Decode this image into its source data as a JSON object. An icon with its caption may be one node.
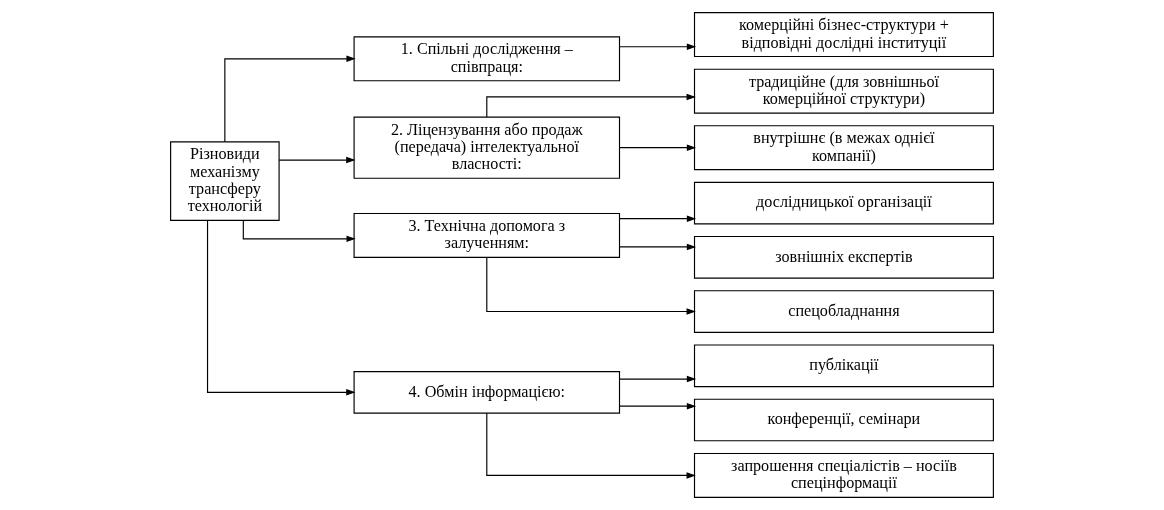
{
  "diagram": {
    "nodes": [
      {
        "text": [
          "Різновиди механізму трансферу технологій"
        ]
      },
      {
        "text": [
          "1. Спільні дослідження – співпраця:"
        ]
      },
      {
        "text": [
          "2. Ліцензування або продаж (передача) інтелектуальної власності:"
        ]
      },
      {
        "text": [
          "3. Технічна допомога з залученням:"
        ]
      },
      {
        "text": [
          "4. Обмін інформацією:"
        ]
      },
      {
        "text": [
          "комерційні бізнес-структури + відповідні дослідні інституції"
        ]
      },
      {
        "text": [
          "традиційне (для зовнішньої комерційної структури)"
        ]
      },
      {
        "text": [
          "внутрішнє (в межах однієї компанії)"
        ]
      },
      {
        "text": [
          "дослідницької організації"
        ]
      },
      {
        "text": [
          "зовнішніх експертів"
        ]
      },
      {
        "text": [
          "спецобладнання"
        ]
      },
      {
        "text": [
          "публікації"
        ]
      },
      {
        "text": [
          "конференції, семінари"
        ]
      },
      {
        "text": [
          "запрошення спеціалістів – носіїв спецінформації"
        ]
      }
    ],
    "edges": [
      {
        "from": 0,
        "to": 1,
        "arrow": "to"
      },
      {
        "from": 0,
        "to": 2,
        "arrow": "to"
      },
      {
        "from": 0,
        "to": 3,
        "arrow": "to"
      },
      {
        "from": 0,
        "to": 4,
        "arrow": "to"
      },
      {
        "from": 1,
        "to": 5,
        "arrow": "to"
      },
      {
        "from": 2,
        "to": 6,
        "arrow": "to"
      },
      {
        "from": 2,
        "to": 7,
        "arrow": "to"
      },
      {
        "from": 3,
        "to": 8,
        "arrow": "to"
      },
      {
        "from": 3,
        "to": 9,
        "arrow": "to"
      },
      {
        "from": 3,
        "to": 10,
        "arrow": "to"
      },
      {
        "from": 4,
        "to": 11,
        "arrow": "to"
      },
      {
        "from": 4,
        "to": 12,
        "arrow": "to"
      },
      {
        "from": 4,
        "to": 13,
        "arrow": "to"
      }
    ]
  }
}
